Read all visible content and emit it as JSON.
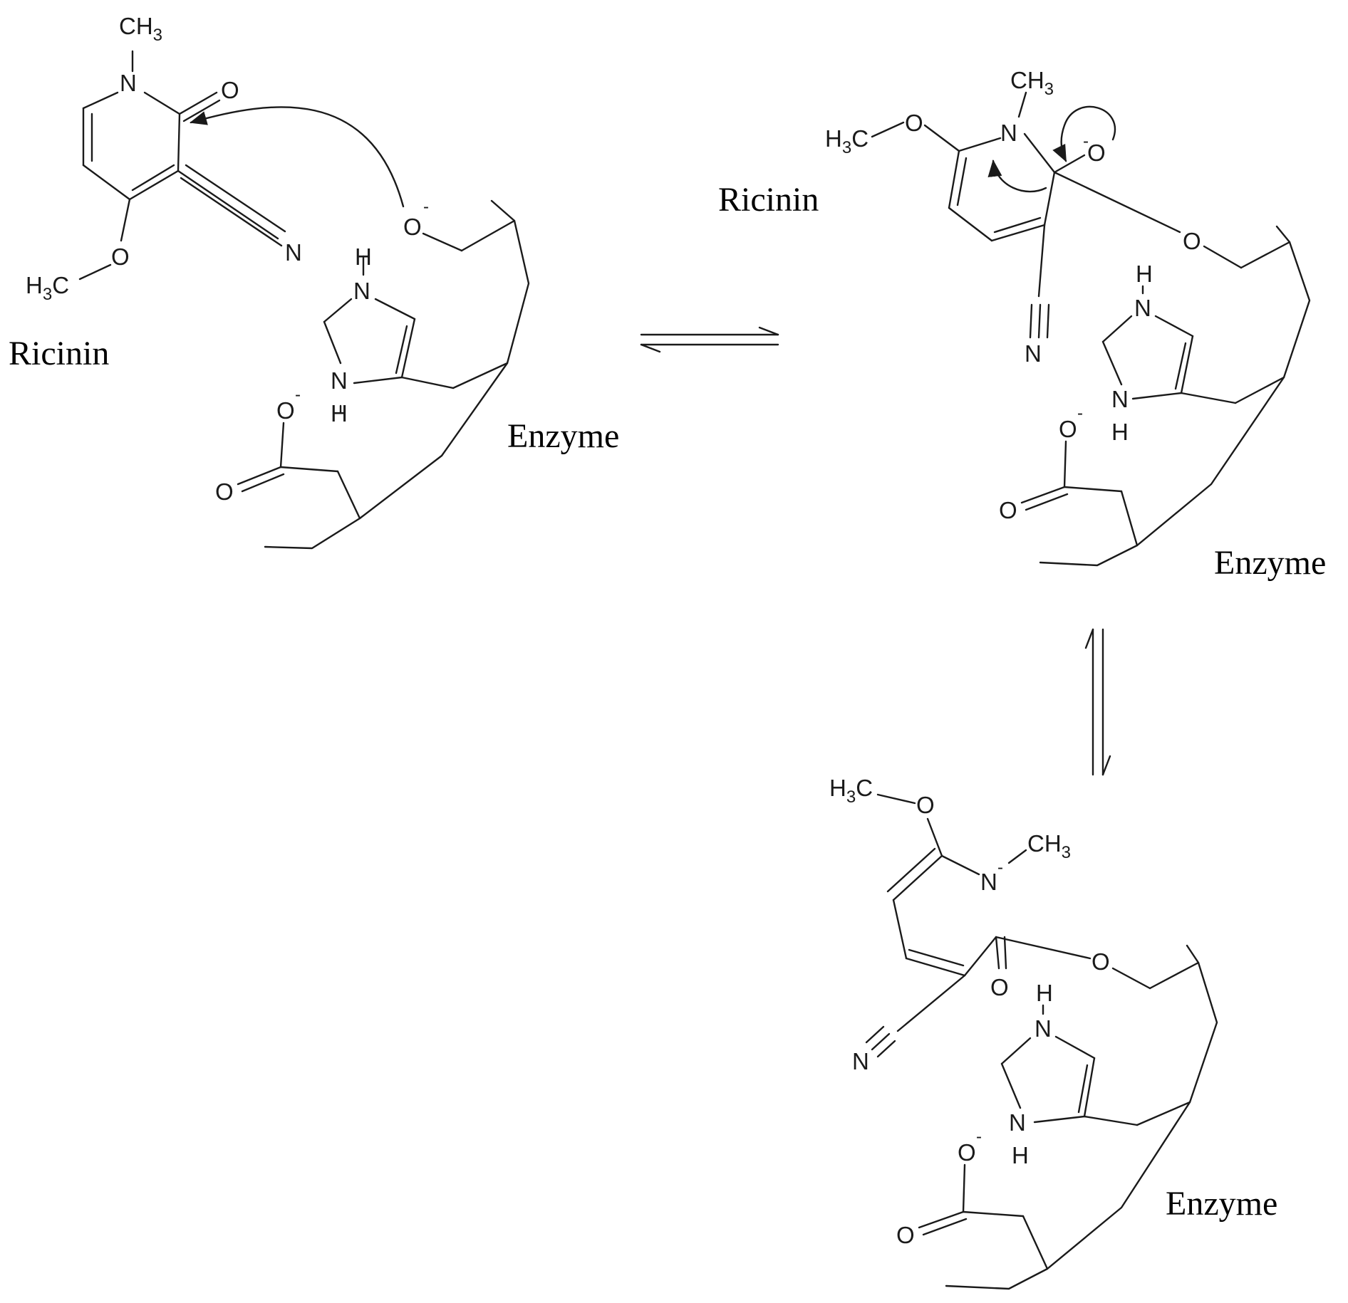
{
  "labels": {
    "ricinin": "Ricinin",
    "enzyme": "Enzyme"
  },
  "atoms": {
    "n": "N",
    "o": "O",
    "h": "H",
    "c": "C",
    "ch": "CH",
    "three": "3",
    "minus": "-"
  },
  "colors": {
    "ink": "#1a1a1a",
    "background": "#ffffff"
  }
}
